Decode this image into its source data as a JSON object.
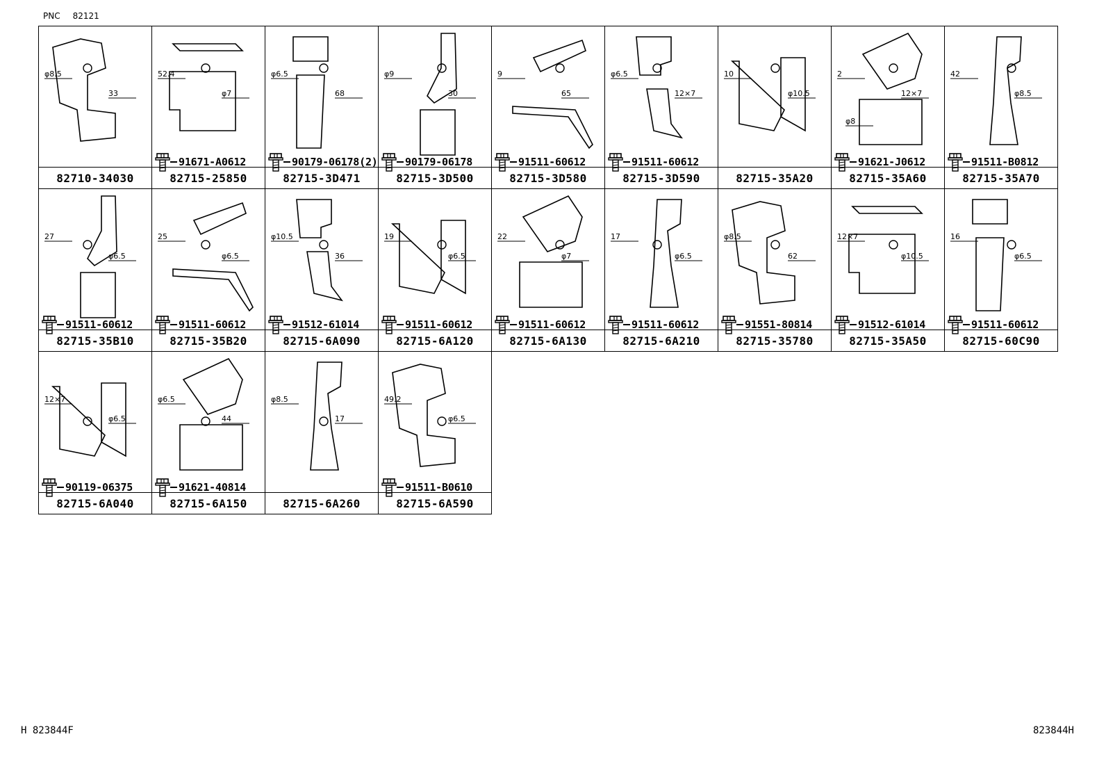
{
  "header": {
    "pnc_label": "PNC",
    "pnc_value": "82121"
  },
  "footer": {
    "left_code": "H 823844F",
    "right_code": "823844H"
  },
  "rows": [
    [
      {
        "part_no": "82710-34030",
        "fastener": "",
        "dims": [
          "φ8.5",
          "33"
        ]
      },
      {
        "part_no": "82715-25850",
        "fastener": "91671-A0612",
        "dims": [
          "52.4",
          "φ7"
        ]
      },
      {
        "part_no": "82715-3D471",
        "fastener": "90179-06178(2)",
        "dims": [
          "φ6.5",
          "68"
        ]
      },
      {
        "part_no": "82715-3D500",
        "fastener": "90179-06178",
        "dims": [
          "φ9",
          "30"
        ]
      },
      {
        "part_no": "82715-3D580",
        "fastener": "91511-60612",
        "dims": [
          "9",
          "65"
        ]
      },
      {
        "part_no": "82715-3D590",
        "fastener": "91511-60612",
        "dims": [
          "φ6.5",
          "12×7"
        ]
      },
      {
        "part_no": "82715-35A20",
        "fastener": "",
        "dims": [
          "10",
          "φ10.5"
        ]
      },
      {
        "part_no": "82715-35A60",
        "fastener": "91621-J0612",
        "dims": [
          "2",
          "12×7",
          "φ8"
        ]
      },
      {
        "part_no": "82715-35A70",
        "fastener": "91511-B0812",
        "dims": [
          "42",
          "φ8.5"
        ]
      }
    ],
    [
      {
        "part_no": "82715-35B10",
        "fastener": "91511-60612",
        "dims": [
          "27",
          "φ6.5"
        ]
      },
      {
        "part_no": "82715-35B20",
        "fastener": "91511-60612",
        "dims": [
          "25",
          "φ6.5"
        ]
      },
      {
        "part_no": "82715-6A090",
        "fastener": "91512-61014",
        "dims": [
          "φ10.5",
          "36"
        ]
      },
      {
        "part_no": "82715-6A120",
        "fastener": "91511-60612",
        "dims": [
          "19",
          "φ6.5"
        ]
      },
      {
        "part_no": "82715-6A130",
        "fastener": "91511-60612",
        "dims": [
          "22",
          "φ7"
        ]
      },
      {
        "part_no": "82715-6A210",
        "fastener": "91511-60612",
        "dims": [
          "17",
          "φ6.5"
        ]
      },
      {
        "part_no": "82715-35780",
        "fastener": "91551-80814",
        "dims": [
          "φ8.5",
          "62"
        ]
      },
      {
        "part_no": "82715-35A50",
        "fastener": "91512-61014",
        "dims": [
          "12×7",
          "φ10.5"
        ]
      },
      {
        "part_no": "82715-60C90",
        "fastener": "91511-60612",
        "dims": [
          "16",
          "φ6.5"
        ]
      }
    ],
    [
      {
        "part_no": "82715-6A040",
        "fastener": "90119-06375",
        "dims": [
          "12×7",
          "φ6.5"
        ]
      },
      {
        "part_no": "82715-6A150",
        "fastener": "91621-40814",
        "dims": [
          "φ6.5",
          "44"
        ]
      },
      {
        "part_no": "82715-6A260",
        "fastener": "",
        "dims": [
          "φ8.5",
          "17"
        ]
      },
      {
        "part_no": "82715-6A590",
        "fastener": "91511-B0610",
        "dims": [
          "49.2",
          "φ6.5"
        ]
      }
    ]
  ]
}
